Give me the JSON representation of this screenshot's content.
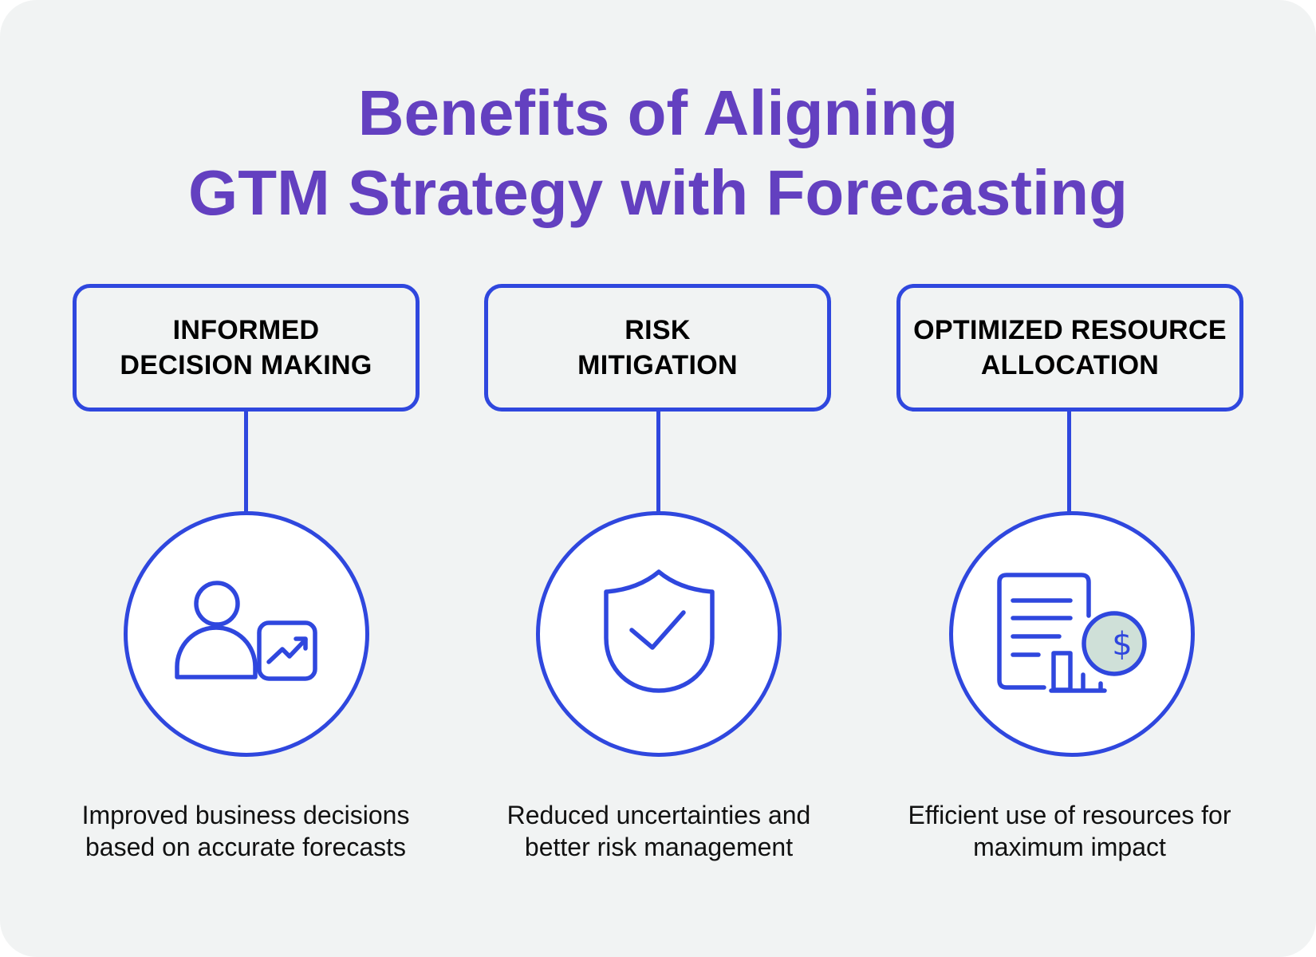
{
  "title": {
    "line1": "Benefits of Aligning",
    "line2": "GTM Strategy with Forecasting"
  },
  "colors": {
    "title": "#6340C0",
    "accent": "#2F47DE",
    "background": "#F1F3F3",
    "coin_fill": "#CFE0D8",
    "text": "#111111"
  },
  "benefits": [
    {
      "heading_line1": "INFORMED",
      "heading_line2": "DECISION MAKING",
      "icon": "person-with-growth-chart-icon",
      "description_line1": "Improved business decisions",
      "description_line2": "based on accurate forecasts"
    },
    {
      "heading_line1": "RISK",
      "heading_line2": "MITIGATION",
      "icon": "shield-check-icon",
      "description_line1": "Reduced uncertainties and",
      "description_line2": "better risk management"
    },
    {
      "heading_line1": "OPTIMIZED RESOURCE",
      "heading_line2": "ALLOCATION",
      "icon": "document-chart-dollar-icon",
      "coin_symbol": "$",
      "description_line1": "Efficient use of resources for",
      "description_line2": "maximum impact"
    }
  ]
}
